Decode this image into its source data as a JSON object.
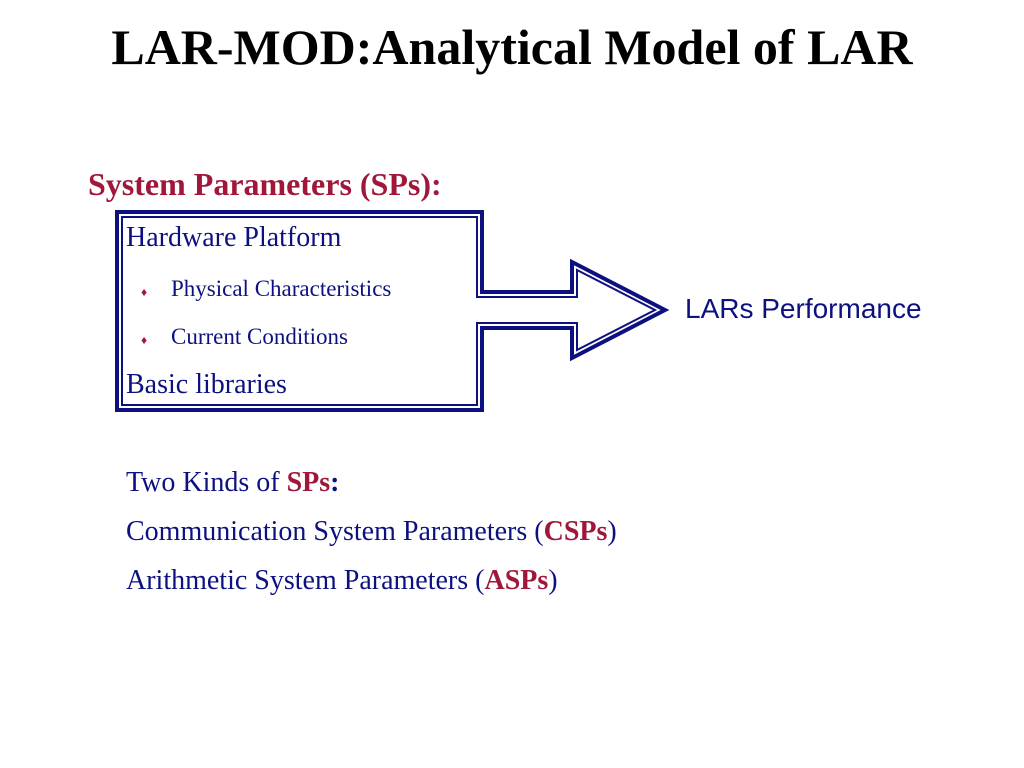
{
  "title": "LAR-MOD:Analytical Model of LAR",
  "system_parameters_heading": "System Parameters  (SPs):",
  "box": {
    "hardware_platform": "Hardware Platform",
    "sub_items": [
      "Physical Characteristics",
      "Current Conditions"
    ],
    "bullet_glyph": "♦",
    "basic_libraries": "Basic libraries"
  },
  "output_label": "LARs Performance",
  "kinds": {
    "intro_prefix": "Two Kinds of ",
    "intro_abbrev": "SPs",
    "intro_suffix": ":",
    "csp_prefix": "Communication System Parameters (",
    "csp_abbrev": "CSPs",
    "csp_suffix": ")",
    "asp_prefix": "Arithmetic System Parameters (",
    "asp_abbrev": "ASPs",
    "asp_suffix": ")"
  },
  "colors": {
    "title": "#000000",
    "accent_red": "#a0173a",
    "navy": "#0d1180",
    "background": "#ffffff"
  }
}
